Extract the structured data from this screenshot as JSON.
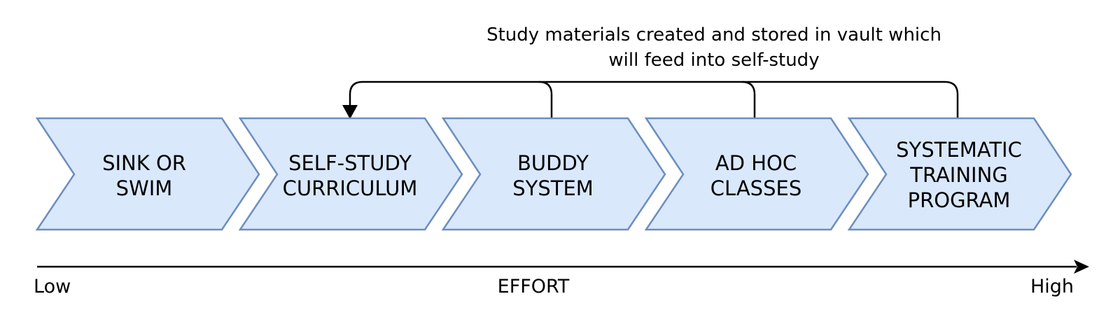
{
  "feedback_note": {
    "lines": [
      "Study materials created and stored in vault which",
      "will feed into self-study"
    ]
  },
  "steps": [
    {
      "lines": [
        "SINK OR",
        "SWIM"
      ]
    },
    {
      "lines": [
        "SELF-STUDY",
        "CURRICULUM"
      ]
    },
    {
      "lines": [
        "BUDDY",
        "SYSTEM"
      ]
    },
    {
      "lines": [
        "AD HOC",
        "CLASSES"
      ]
    },
    {
      "lines": [
        "SYSTEMATIC",
        "TRAINING",
        "PROGRAM"
      ]
    }
  ],
  "axis": {
    "label": "EFFORT",
    "low_label": "Low",
    "high_label": "High"
  },
  "colors": {
    "chevron_fill": "#dae8fc",
    "chevron_stroke": "#6c8ebf",
    "line": "#000000"
  }
}
